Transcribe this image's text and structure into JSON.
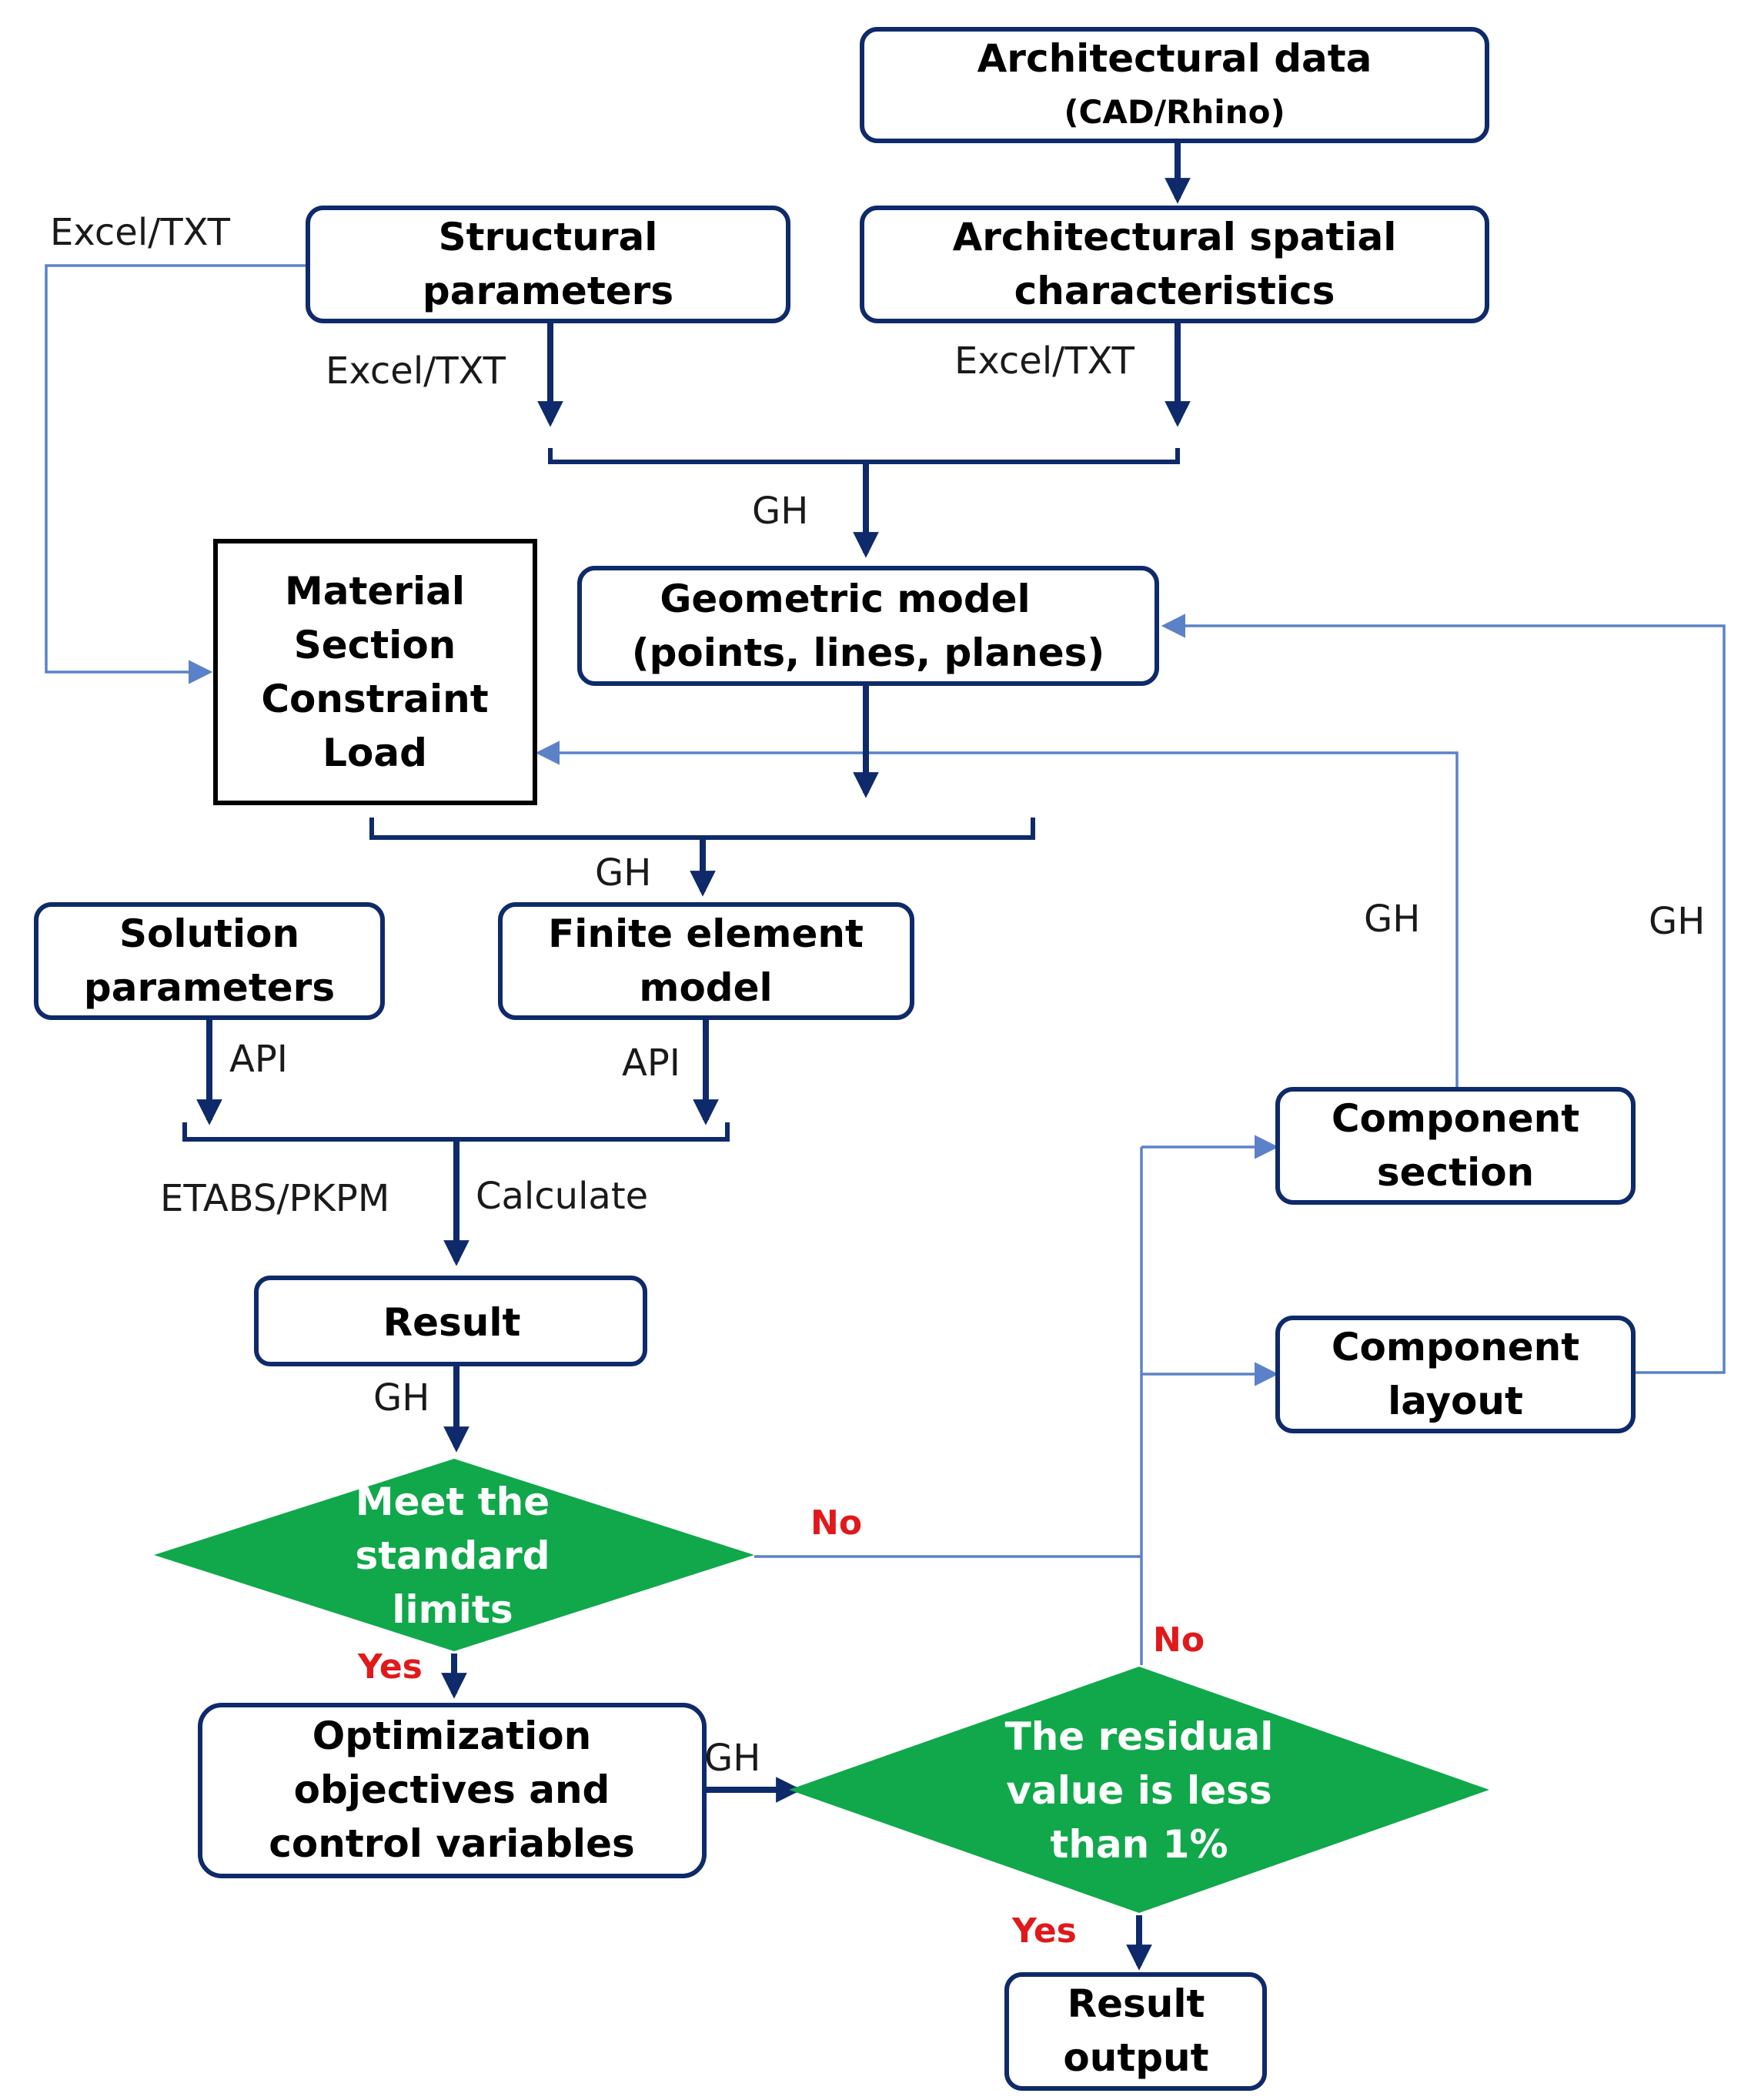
{
  "nodes": {
    "architectural_data": {
      "line1": "Architectural data",
      "line2": "(CAD/Rhino)"
    },
    "architectural_spatial": {
      "line1": "Architectural spatial",
      "line2": "characteristics"
    },
    "structural_parameters": {
      "line1": "Structural",
      "line2": "parameters"
    },
    "material_box": {
      "line1": "Material",
      "line2": "Section",
      "line3": "Constraint",
      "line4": "Load"
    },
    "geometric_model": {
      "line1": "Geometric model",
      "line2": "(points, lines, planes)"
    },
    "solution_parameters": {
      "line1": "Solution",
      "line2": "parameters"
    },
    "finite_element_model": {
      "line1": "Finite element",
      "line2": "model"
    },
    "component_section": {
      "line1": "Component",
      "line2": "section"
    },
    "component_layout": {
      "line1": "Component",
      "line2": "layout"
    },
    "result": {
      "line1": "Result"
    },
    "meet_limits": {
      "line1": "Meet the",
      "line2": "standard",
      "line3": "limits"
    },
    "optimization": {
      "line1": "Optimization",
      "line2": "objectives and",
      "line3": "control variables"
    },
    "residual": {
      "line1": "The residual",
      "line2": "value is less",
      "line3": "than 1%"
    },
    "result_output": {
      "line1": "Result",
      "line2": "output"
    }
  },
  "edge_labels": {
    "excel_txt_left": "Excel/TXT",
    "excel_txt_structural": "Excel/TXT",
    "excel_txt_spatial": "Excel/TXT",
    "gh_to_geometric": "GH",
    "gh_to_fem": "GH",
    "gh_component_section": "GH",
    "gh_component_layout": "GH",
    "api_solution": "API",
    "api_fem": "API",
    "etabs_pkpm": "ETABS/PKPM",
    "calculate": "Calculate",
    "gh_result": "GH",
    "gh_optimization": "GH",
    "no_limits": "No",
    "yes_limits": "Yes",
    "no_residual": "No",
    "yes_residual": "Yes"
  },
  "colors": {
    "box_border": "#0e2a6b",
    "thick_arrow": "#0e2a6b",
    "thin_arrow": "#5b82c8",
    "diamond_fill": "#10a84a",
    "flag_text": "#e0191b"
  }
}
